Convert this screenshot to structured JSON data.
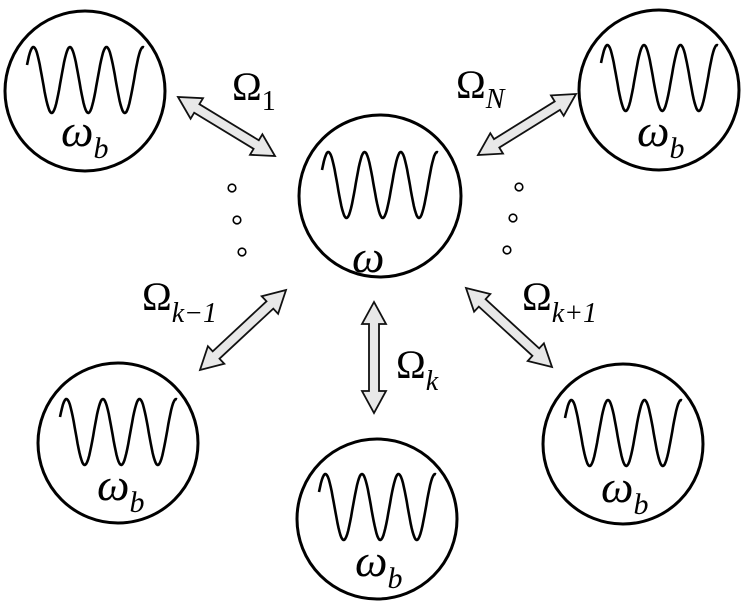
{
  "center_oscillator": {
    "symbol": "ω"
  },
  "bath_oscillators": [
    {
      "id": "bath-1",
      "symbol": "ω",
      "subscript": "b"
    },
    {
      "id": "bath-n",
      "symbol": "ω",
      "subscript": "b"
    },
    {
      "id": "bath-k-minus-1",
      "symbol": "ω",
      "subscript": "b"
    },
    {
      "id": "bath-k",
      "symbol": "ω",
      "subscript": "b"
    },
    {
      "id": "bath-k-plus-1",
      "symbol": "ω",
      "subscript": "b"
    }
  ],
  "couplings": [
    {
      "id": "coupling-1",
      "symbol": "Ω",
      "subscript": "1"
    },
    {
      "id": "coupling-n",
      "symbol": "Ω",
      "subscript": "N"
    },
    {
      "id": "coupling-k-minus-1",
      "symbol": "Ω",
      "subscript": "k−1"
    },
    {
      "id": "coupling-k",
      "symbol": "Ω",
      "subscript": "k"
    },
    {
      "id": "coupling-k-plus-1",
      "symbol": "Ω",
      "subscript": "k+1"
    }
  ]
}
